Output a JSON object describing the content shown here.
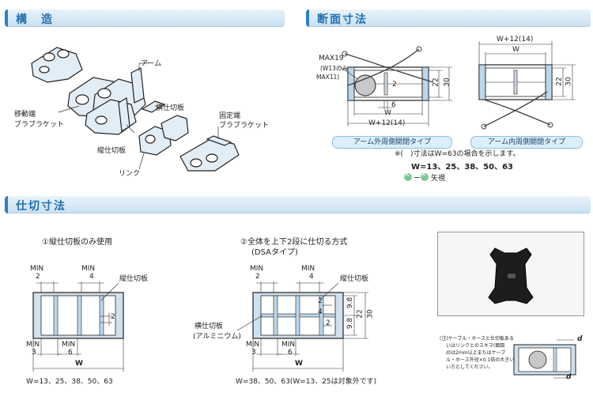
{
  "sections": {
    "structure": "構　造",
    "cross_section": "断面寸法",
    "divider_dims": "仕切寸法"
  },
  "structure_labels": {
    "arm": "アーム",
    "moving_end_1": "移動端",
    "moving_end_2": "ブラブラケット",
    "horizontal_divider": "横仕切板",
    "fixed_end_1": "固定端",
    "fixed_end_2": "ブラブラケット",
    "vertical_divider": "縦仕切板",
    "link": "リンク"
  },
  "cross_section": {
    "max19": "MAX19",
    "w13_note": "(W13のみ",
    "max11": "MAX11)",
    "dim_w_top": "W+12(14)",
    "dim_w": "W",
    "dim_w_bottom": "W+12(14)",
    "dim_2": "2",
    "dim_6": "6",
    "dim_22": "22",
    "dim_30": "30",
    "right_22": "22",
    "right_30": "30",
    "caption_outer": "アーム外周側開閉タイプ",
    "caption_inner": "アーム内周側開閉タイプ",
    "note": "※(　)寸法はW=63の場合を示します。",
    "w_values": "W=13、25、38、50、63",
    "view_a": "A",
    "view_dash": "ー",
    "view_b": "A",
    "view_text": "矢視"
  },
  "divider": {
    "case1_title": "①縦仕切板のみ使用",
    "case2_title_1": "②全体を上下2段に仕切る方式",
    "case2_title_2": "(DSAタイプ)",
    "min": "MIN",
    "v2": "2",
    "v4": "4",
    "v3": "3",
    "v6": "6",
    "w": "W",
    "vertical_divider": "縦仕切板",
    "horizontal_divider": "横仕切板",
    "aluminum": "(アルミニウム)",
    "dim_2": "2",
    "dim_2b": "2",
    "dim_4": "4",
    "dim_98a": "9.8",
    "dim_98b": "9.8",
    "dim_22": "22",
    "dim_30": "30",
    "w_values_1": "W=13、25、38、50、63",
    "w_values_2": "W=38、50、63(W=13、25は対象外です)"
  },
  "photo_note": {
    "line1": "(注)ケーブル・ホースと仕切板ある",
    "line2": "いはリンクとのスキマ(面図",
    "line3": "d)は2mm以上またはケーブ",
    "line4": "ル・ホース外径×0.1倍の大きい",
    "line5": "い方としてください。",
    "d_top": "d",
    "d_right": "d"
  }
}
